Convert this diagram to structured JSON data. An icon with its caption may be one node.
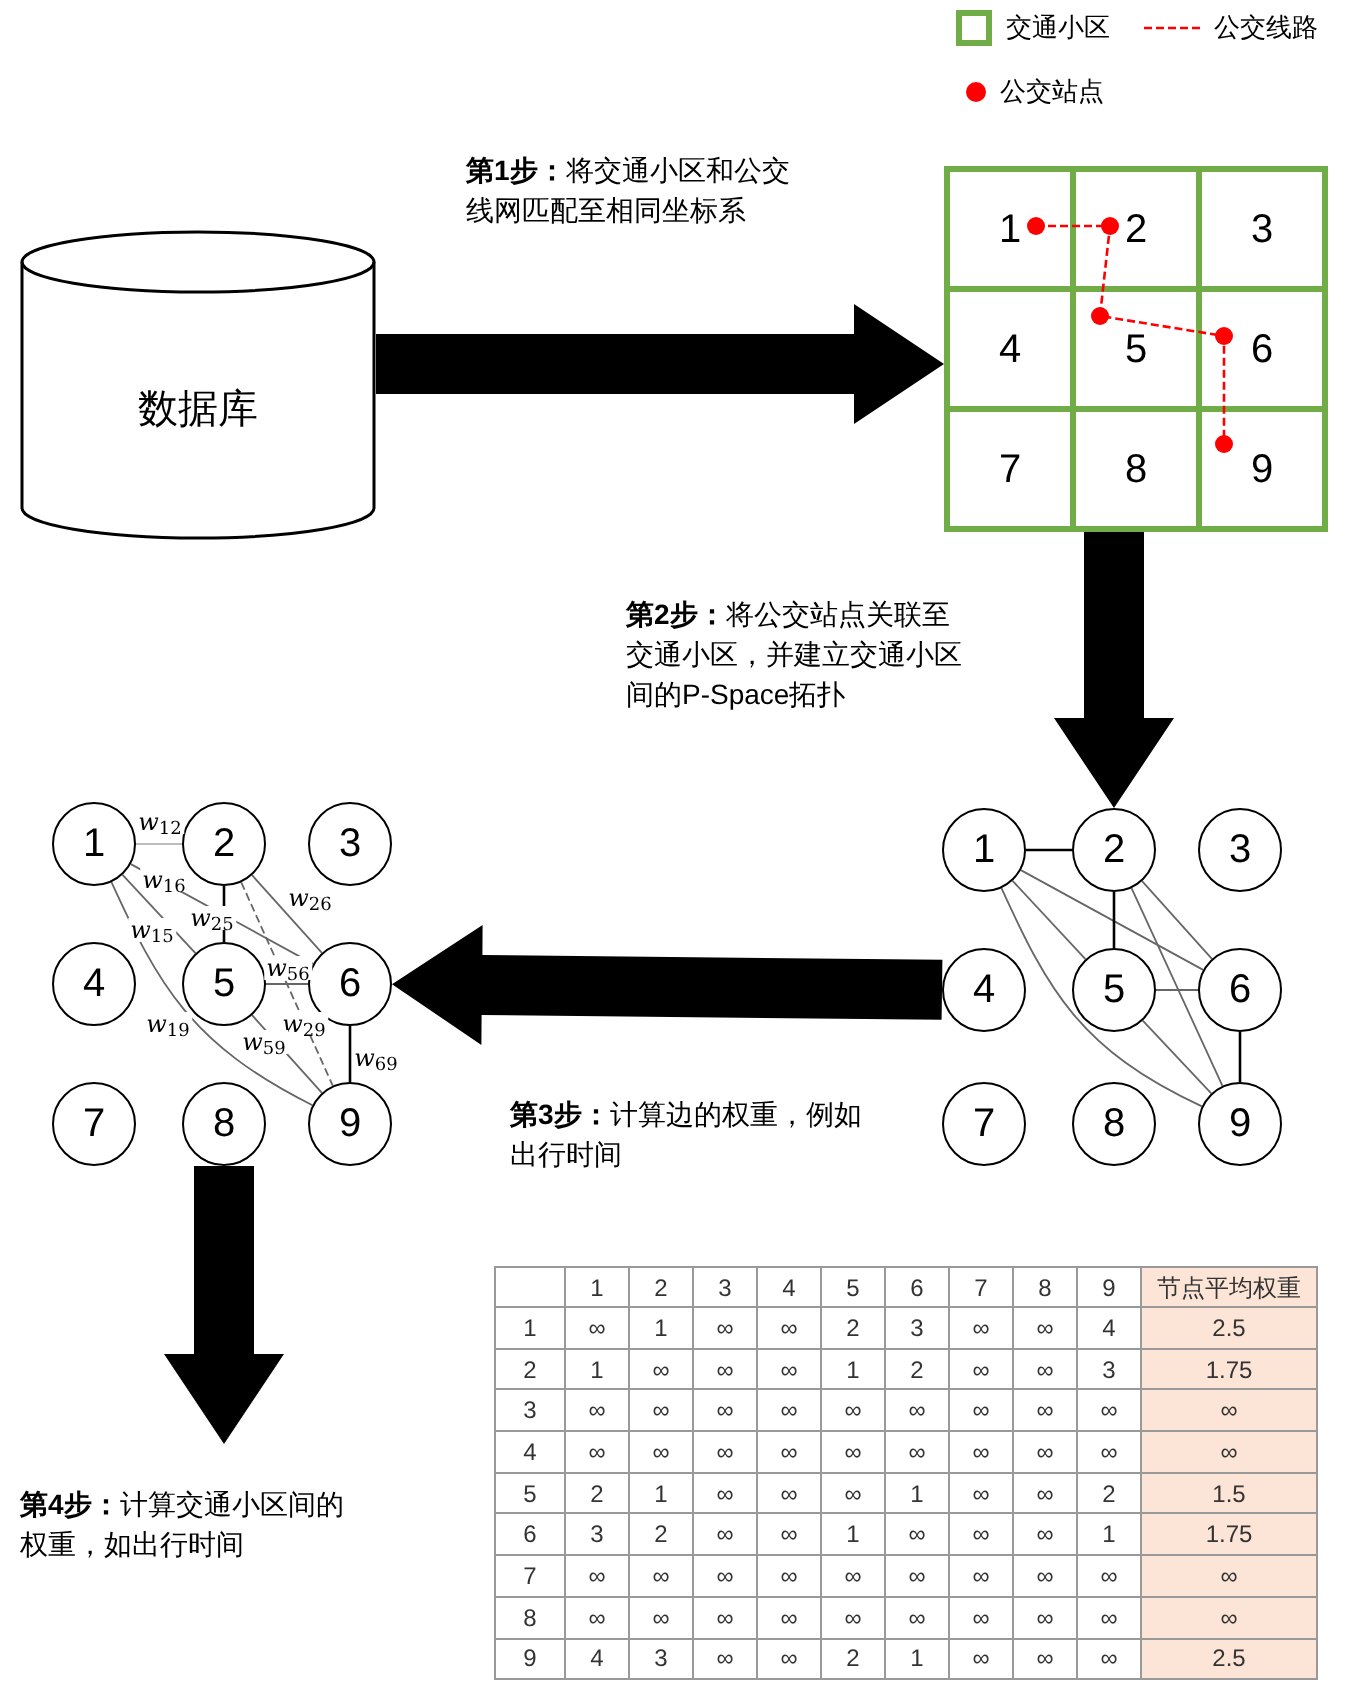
{
  "diagram": {
    "nodes": [
      {
        "text": [
          "数据库"
        ]
      },
      {
        "text": [],
        "shape": "box"
      },
      {
        "text": [
          "1"
        ],
        "in": 1
      },
      {
        "text": [
          "2"
        ],
        "in": 1
      },
      {
        "text": [
          "3"
        ],
        "in": 1
      },
      {
        "text": [
          "4"
        ],
        "in": 1
      },
      {
        "text": [
          "5"
        ],
        "in": 1
      },
      {
        "text": [
          "6"
        ],
        "in": 1
      },
      {
        "text": [
          "7"
        ],
        "in": 1
      },
      {
        "text": [
          "8"
        ],
        "in": 1
      },
      {
        "text": [
          "9"
        ],
        "in": 1
      },
      {
        "text": [
          "1"
        ]
      },
      {
        "text": [
          "2"
        ]
      },
      {
        "text": [
          "3"
        ]
      },
      {
        "text": [
          "4"
        ]
      },
      {
        "text": [
          "5"
        ]
      },
      {
        "text": [
          "6"
        ]
      },
      {
        "text": [
          "7"
        ]
      },
      {
        "text": [
          "8"
        ]
      },
      {
        "text": [
          "9"
        ]
      },
      {
        "text": [
          "1"
        ]
      },
      {
        "text": [
          "2"
        ]
      },
      {
        "text": [
          "3"
        ]
      },
      {
        "text": [
          "4"
        ]
      },
      {
        "text": [
          "5"
        ]
      },
      {
        "text": [
          "6"
        ]
      },
      {
        "text": [
          "7"
        ]
      },
      {
        "text": [
          "8"
        ]
      },
      {
        "text": [
          "9"
        ]
      }
    ],
    "edges": [
      {
        "from": 0,
        "to": 1,
        "arrow": "to",
        "style": "thick"
      },
      {
        "from": 1,
        "to": 12,
        "arrow": "to",
        "style": "thick"
      },
      {
        "from": 14,
        "to": 25,
        "arrow": "to",
        "style": "thick"
      },
      {
        "from": 27,
        "to": null,
        "arrow": "to",
        "style": "thick"
      },
      {
        "from": 11,
        "to": 12,
        "arrow": "none",
        "color": "#000000"
      },
      {
        "from": 11,
        "to": 15,
        "arrow": "none"
      },
      {
        "from": 11,
        "to": 16,
        "arrow": "none"
      },
      {
        "from": 11,
        "to": 19,
        "arrow": "none"
      },
      {
        "from": 12,
        "to": 15,
        "arrow": "none",
        "color": "#000000"
      },
      {
        "from": 12,
        "to": 16,
        "arrow": "none"
      },
      {
        "from": 12,
        "to": 19,
        "arrow": "none"
      },
      {
        "from": 15,
        "to": 16,
        "arrow": "none"
      },
      {
        "from": 15,
        "to": 19,
        "arrow": "none"
      },
      {
        "from": 16,
        "to": 19,
        "arrow": "none",
        "color": "#000000"
      },
      {
        "from": 20,
        "to": 21,
        "arrow": "none",
        "label": "*w*$_{12}$",
        "color": "#bbbbbb"
      },
      {
        "from": 20,
        "to": 24,
        "arrow": "none",
        "label": "*w*$_{15}$"
      },
      {
        "from": 20,
        "to": 25,
        "arrow": "none",
        "label": "*w*$_{16}$"
      },
      {
        "from": 20,
        "to": 28,
        "arrow": "none",
        "label": "*w*$_{19}$"
      },
      {
        "from": 21,
        "to": 24,
        "arrow": "none",
        "label": "*w*$_{25}$",
        "color": "#000000"
      },
      {
        "from": 21,
        "to": 25,
        "arrow": "none",
        "label": "*w*$_{26}$"
      },
      {
        "from": 21,
        "to": 28,
        "arrow": "none",
        "label": "*w*$_{29}$",
        "style": "dashed"
      },
      {
        "from": 24,
        "to": 25,
        "arrow": "none",
        "label": "*w*$_{56}$"
      },
      {
        "from": 24,
        "to": 28,
        "arrow": "none",
        "label": "*w*$_{59}$"
      },
      {
        "from": 25,
        "to": 28,
        "arrow": "none",
        "label": "*w*$_{69}$",
        "color": "#000000"
      }
    ],
    "labels": [
      "**第1步：**将交通小区和公交线网匹配至相同坐标系",
      "**第2步：**将公交站点关联至交通小区，并建立交通小区间的P-Space拓扑",
      "**第3步：**计算边的权重，例如出行时间",
      "**第4步：**计算交通小区间的权重，如出行时间",
      "1",
      "2",
      "3",
      "4",
      "5",
      "6",
      "7",
      "8",
      "9",
      "节点平均权重",
      "1",
      "∞",
      "1",
      "∞",
      "∞",
      "2",
      "3",
      "∞",
      "∞",
      "4",
      "2.5",
      "2",
      "1",
      "∞",
      "∞",
      "∞",
      "1",
      "2",
      "∞",
      "∞",
      "3",
      "1.75",
      "3",
      "∞",
      "∞",
      "∞",
      "∞",
      "∞",
      "∞",
      "∞",
      "∞",
      "∞",
      "∞",
      "4",
      "∞",
      "∞",
      "∞",
      "∞",
      "∞",
      "∞",
      "∞",
      "∞",
      "∞",
      "∞",
      "5",
      "2",
      "1",
      "∞",
      "∞",
      "∞",
      "1",
      "∞",
      "∞",
      "2",
      "1.5",
      "6",
      "3",
      "2",
      "∞",
      "∞",
      "1",
      "∞",
      "∞",
      "∞",
      "1",
      "1.75",
      "7",
      "∞",
      "∞",
      "∞",
      "∞",
      "∞",
      "∞",
      "∞",
      "∞",
      "∞",
      "∞",
      "8",
      "∞",
      "∞",
      "∞",
      "∞",
      "∞",
      "∞",
      "∞",
      "∞",
      "∞",
      "∞",
      "9",
      "4",
      "3",
      "∞",
      "∞",
      "2",
      "1",
      "∞",
      "∞",
      "∞",
      "2.5"
    ],
    "legend": [
      {
        "text": "交通小区"
      },
      {
        "text": "公交线路"
      },
      {
        "text": "公交站点"
      }
    ]
  }
}
